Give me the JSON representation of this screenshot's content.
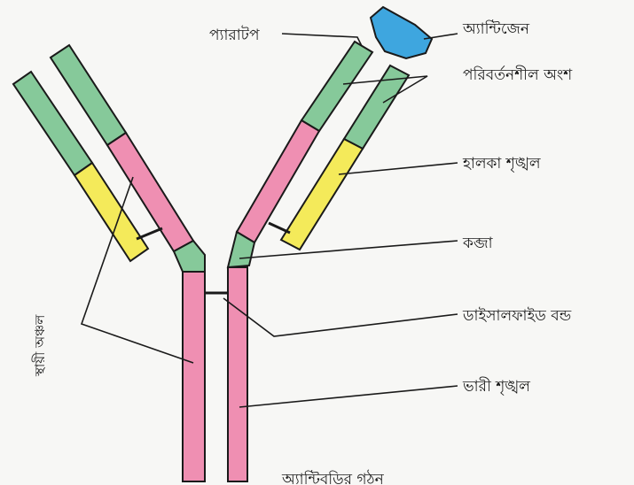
{
  "labels": {
    "paratope": "প্যারাটপ",
    "antigen": "অ্যান্টিজেন",
    "variable_region": "পরিবর্তনশীল অংশ",
    "light_chain": "হালকা শৃঙ্খল",
    "hinge": "কব্জা",
    "disulfide_bond": "ডাইসালফাইড বন্ড",
    "heavy_chain": "ভারী শৃঙ্খল",
    "constant_region": "স্থায়ী অঞ্চল",
    "caption": "অ্যান্টিবডির গঠন"
  },
  "colors": {
    "variable": "#86c99a",
    "constant": "#ef8fb2",
    "light": "#f4ea5a",
    "hinge": "#86c99a",
    "antigen": "#3ea6df"
  }
}
